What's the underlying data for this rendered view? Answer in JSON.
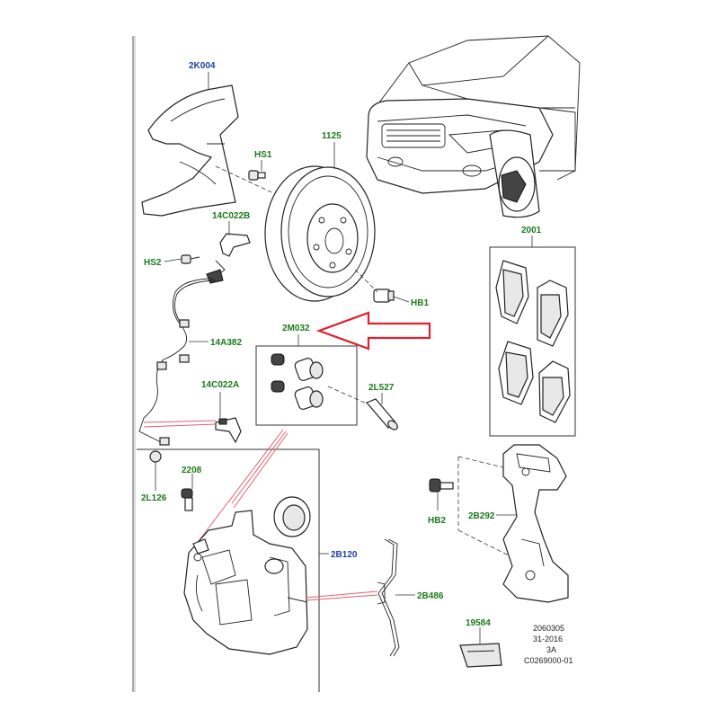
{
  "labels": {
    "dust_shield": "2K004",
    "bolt_hs1": "HS1",
    "disc": "1125",
    "bracket_b": "14C022B",
    "screw_hs2": "HS2",
    "bolt_hb1": "HB1",
    "sensor": "14A382",
    "kit": "2M032",
    "pin": "2L527",
    "bracket_a": "14C022A",
    "bleed": "2208",
    "cap": "2L126",
    "caliper": "2B120",
    "spring": "2B486",
    "pads": "2001",
    "bolt_hb2": "HB2",
    "carrier": "2B292",
    "wear_indicator": "19584"
  },
  "reference": {
    "line1": "2060305",
    "line2": "31-2016",
    "line3": "3A",
    "line4": "C0269000-01"
  },
  "colors": {
    "label_green": "#1a7a1a",
    "label_blue": "#1f3f9f",
    "highlight_arrow": "#e02030",
    "callout_lines": "#e06070"
  }
}
